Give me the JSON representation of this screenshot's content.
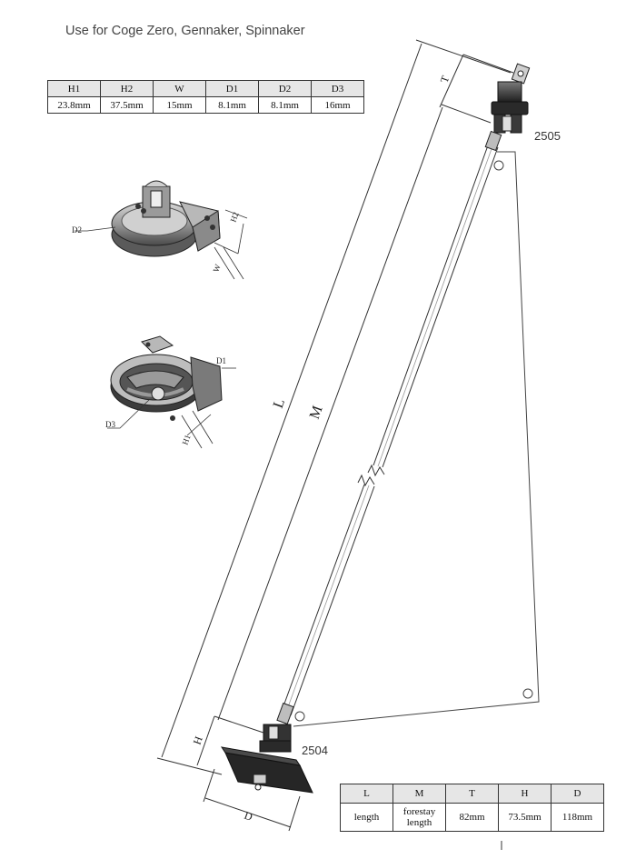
{
  "title": "Use for Coge Zero, Gennaker, Spinnaker",
  "spec_top": {
    "headers": [
      "H1",
      "H2",
      "W",
      "D1",
      "D2",
      "D3"
    ],
    "values": [
      "23.8mm",
      "37.5mm",
      "15mm",
      "8.1mm",
      "8.1mm",
      "16mm"
    ]
  },
  "spec_bottom": {
    "headers": [
      "L",
      "M",
      "T",
      "H",
      "D"
    ],
    "values": [
      "length",
      "forestay\nlength",
      "82mm",
      "73.5mm",
      "118mm"
    ]
  },
  "part_labels": {
    "top": "2505",
    "bottom": "2504"
  },
  "detail_labels": {
    "d2": "D2",
    "h2": "H2",
    "w": "W",
    "d1": "D1",
    "d3": "D3",
    "h1": "H1"
  },
  "dimension_labels": {
    "l": "L",
    "m": "M",
    "t": "T",
    "h": "H",
    "d": "D"
  },
  "colors": {
    "line": "#333333",
    "part_dark": "#2a2a2a",
    "part_mid": "#6b6b6b",
    "part_light": "#bdbdbd",
    "table_header": "#e6e6e6"
  }
}
